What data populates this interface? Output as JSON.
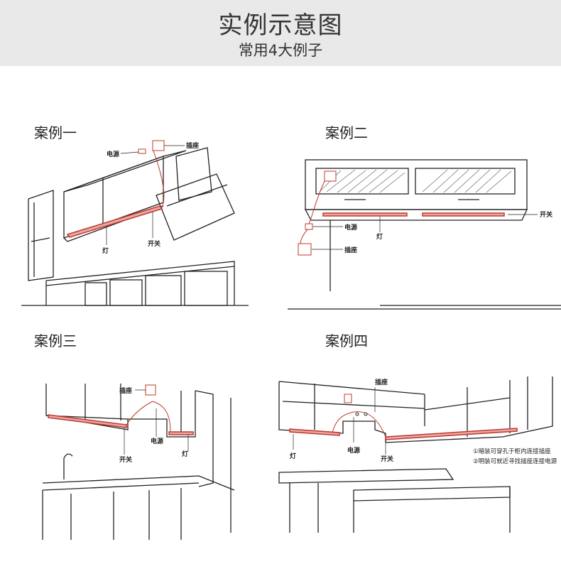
{
  "header": {
    "title": "实例示意图",
    "subtitle": "常用4大例子"
  },
  "cases": [
    {
      "title": "案例一",
      "labels": {
        "power": "电源",
        "socket": "插座",
        "light": "灯",
        "switch": "开关"
      }
    },
    {
      "title": "案例二",
      "labels": {
        "power": "电源",
        "socket": "插座",
        "light": "灯",
        "switch": "开关"
      }
    },
    {
      "title": "案例三",
      "labels": {
        "power": "电源",
        "socket": "插座",
        "light": "灯",
        "switch": "开关"
      }
    },
    {
      "title": "案例四",
      "labels": {
        "power": "电源",
        "socket": "插座",
        "light": "灯",
        "switch": "开关"
      },
      "notes": [
        "①暗装可穿孔于柜内连接插座",
        "②明装可就近寻找插座连接电源"
      ]
    }
  ],
  "colors": {
    "header_bg": "#e9e9e9",
    "strip": "#c0392b",
    "line": "#222222"
  }
}
